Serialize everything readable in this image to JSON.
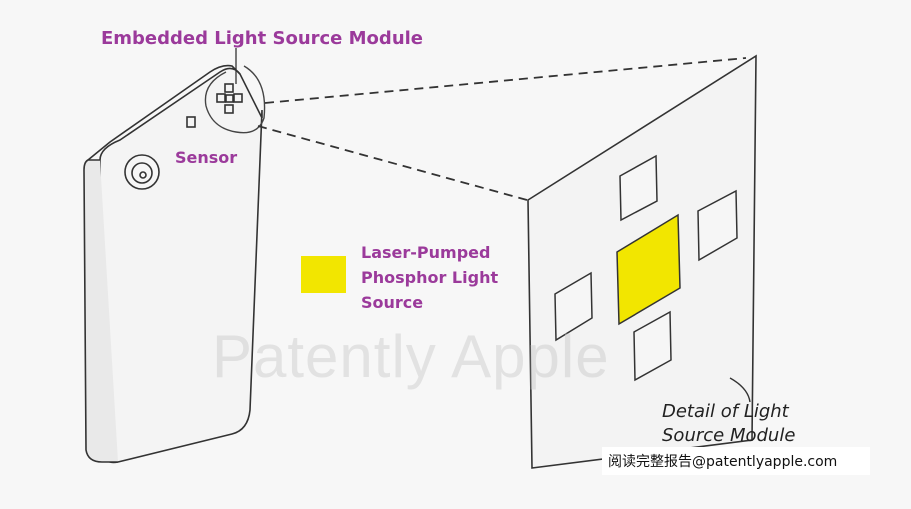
{
  "labels": {
    "module": "Embedded Light Source Module",
    "sensor": "Sensor",
    "laser": "Laser-Pumped\nPhosphor Light\nSource"
  },
  "detail_caption": "Detail of Light\nSource Module",
  "watermark": "Patently Apple",
  "footer": "阅读完整报告@patentlyapple.com",
  "colors": {
    "label_purple": "#9b3a9b",
    "phosphor_yellow": "#f2e600",
    "line": "#333333",
    "panel": "#f3f3f3"
  }
}
